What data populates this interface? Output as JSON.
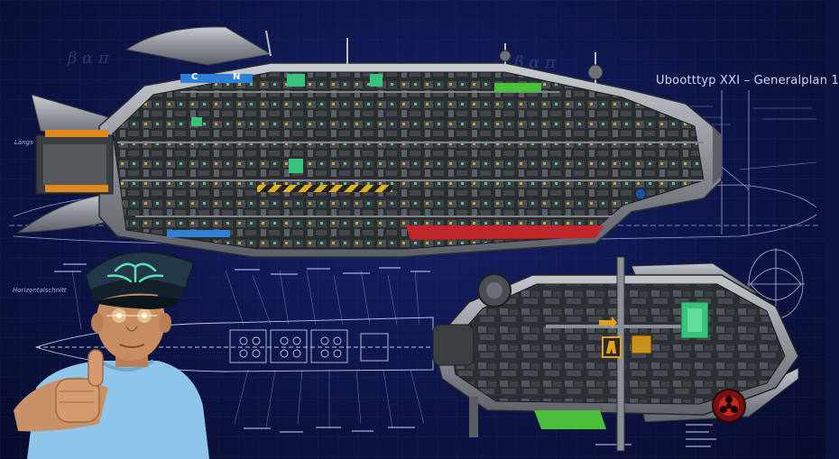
{
  "blueprint": {
    "title": "Ubootttyp XXI – Generalplan 1",
    "section_side": "Längs",
    "section_top": "Horizontalschnitt"
  },
  "ship_main": {
    "hull_markings": [
      "C",
      "N"
    ]
  },
  "colors": {
    "background": "#0d1547",
    "blueprint_line": "#c8d2ff",
    "hull": "#8a8f96",
    "interior": "#2a2d30",
    "stripe_blue": "#2f7fd6",
    "stripe_green": "#4cbf3a",
    "stripe_red": "#c0262a",
    "hazard_orange": "#e08a1e",
    "shirt": "#8fc5e8",
    "cap": "#23374a"
  },
  "icons": {
    "hat_emblem": "winged-emblem-icon",
    "exit_sign": "exit-sign-icon",
    "biohazard": "biohazard-icon"
  }
}
